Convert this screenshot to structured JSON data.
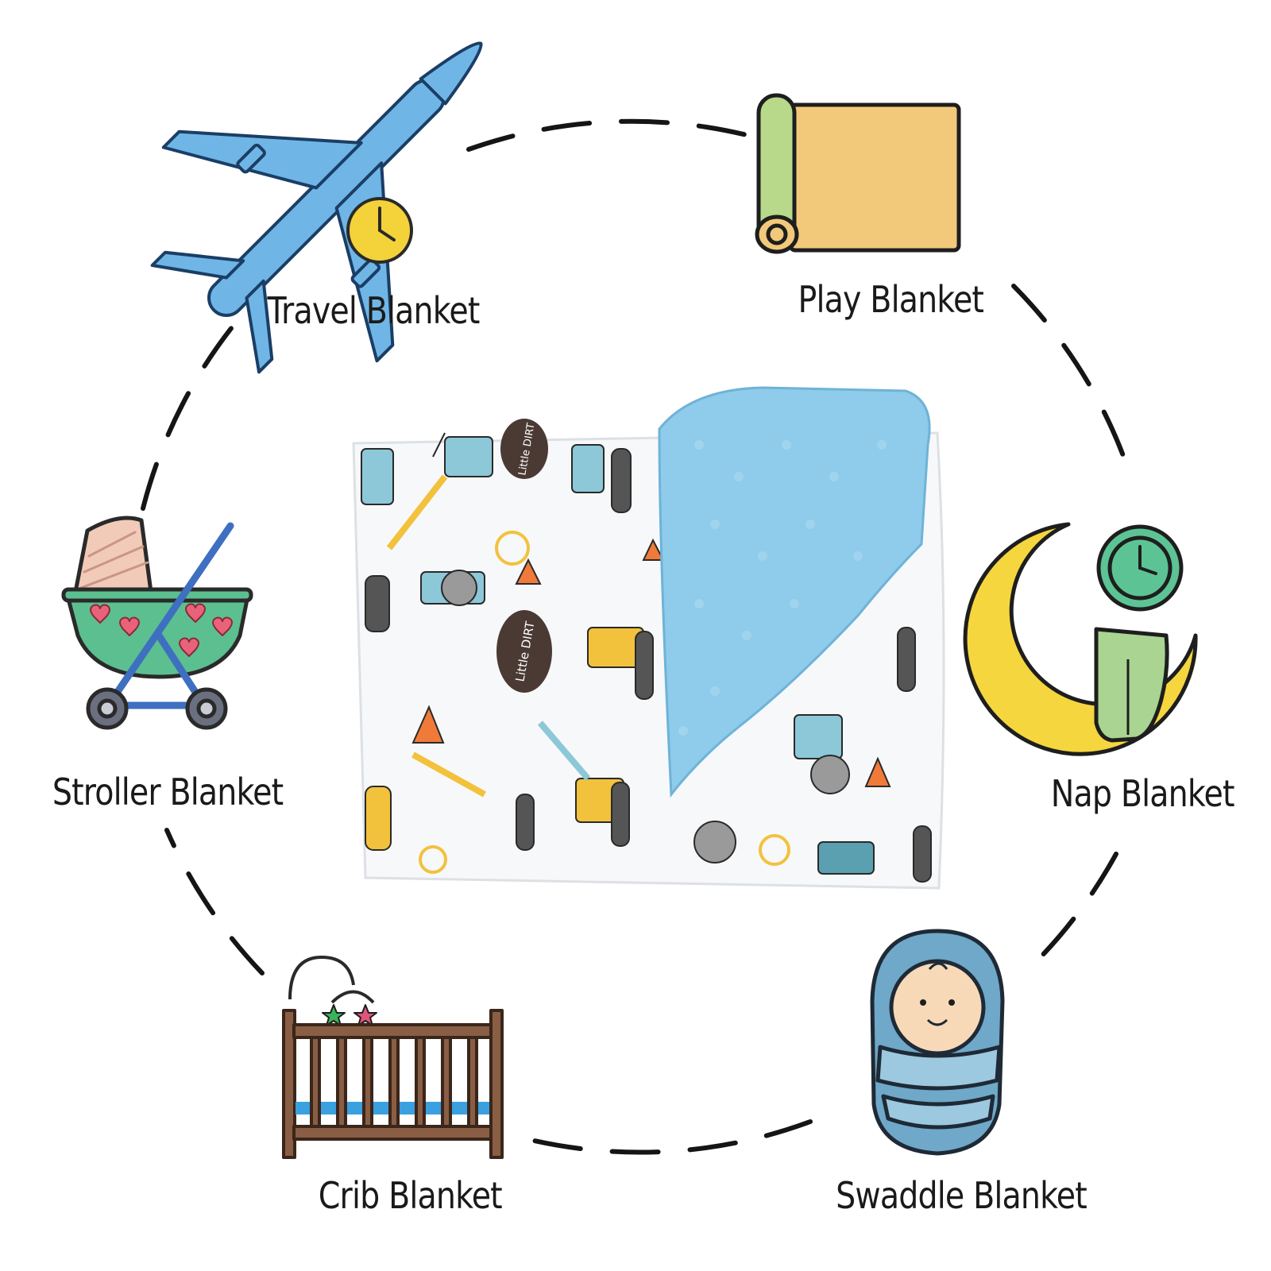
{
  "labels": {
    "travel": "Travel Blanket",
    "play": "Play Blanket",
    "stroller": "Stroller Blanket",
    "nap": "Nap Blanket",
    "crib": "Crib Blanket",
    "swaddle": "Swaddle Blanket"
  },
  "blanket_print": {
    "slogan": "Little DIRT"
  },
  "icons": {
    "travel": "airplane-clock-icon",
    "play": "play-mat-roll-icon",
    "stroller": "baby-stroller-icon",
    "nap": "moon-clock-blanket-icon",
    "crib": "crib-icon",
    "swaddle": "swaddled-baby-icon",
    "center": "folded-construction-blanket"
  },
  "colors": {
    "blanket_minky": "#8fcbea",
    "airplane": "#6fb6e6",
    "clock_yellow": "#f3d23a",
    "roll_green": "#b8d98a",
    "roll_mat": "#f2c97a",
    "stroller_body": "#5cbf8f",
    "moon": "#f5d63f",
    "nap_clock": "#5cc494",
    "crib_wood": "#8a5e45",
    "swaddle": "#6fa8c8"
  }
}
